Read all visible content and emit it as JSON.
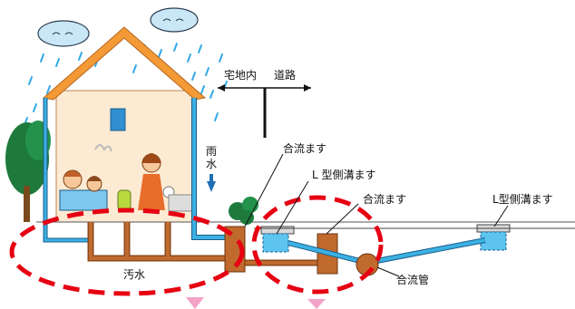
{
  "labels": {
    "residential": "宅地内",
    "road": "道路",
    "rain_water": "雨水",
    "sewage": "汚水",
    "combined_basin_1": "合流ます",
    "l_gutter_1": "L 型側溝ます",
    "combined_basin_2": "合流ます",
    "l_gutter_2": "L型側溝ます",
    "combined_pipe": "合流管"
  },
  "colors": {
    "house_wall": "#fcebd2",
    "roof": "#f39a36",
    "ground": "#c06a2e",
    "water": "#3bb0e3",
    "highlight": "#e60012",
    "rain": "#33a9e6",
    "tree": "#1d7a3c",
    "arrow_pink": "#f4a3c8"
  },
  "icons": [
    "cloud-icon",
    "cloud-icon",
    "rain-icon",
    "tree-icon",
    "family-icon",
    "boundary-sign-icon"
  ]
}
